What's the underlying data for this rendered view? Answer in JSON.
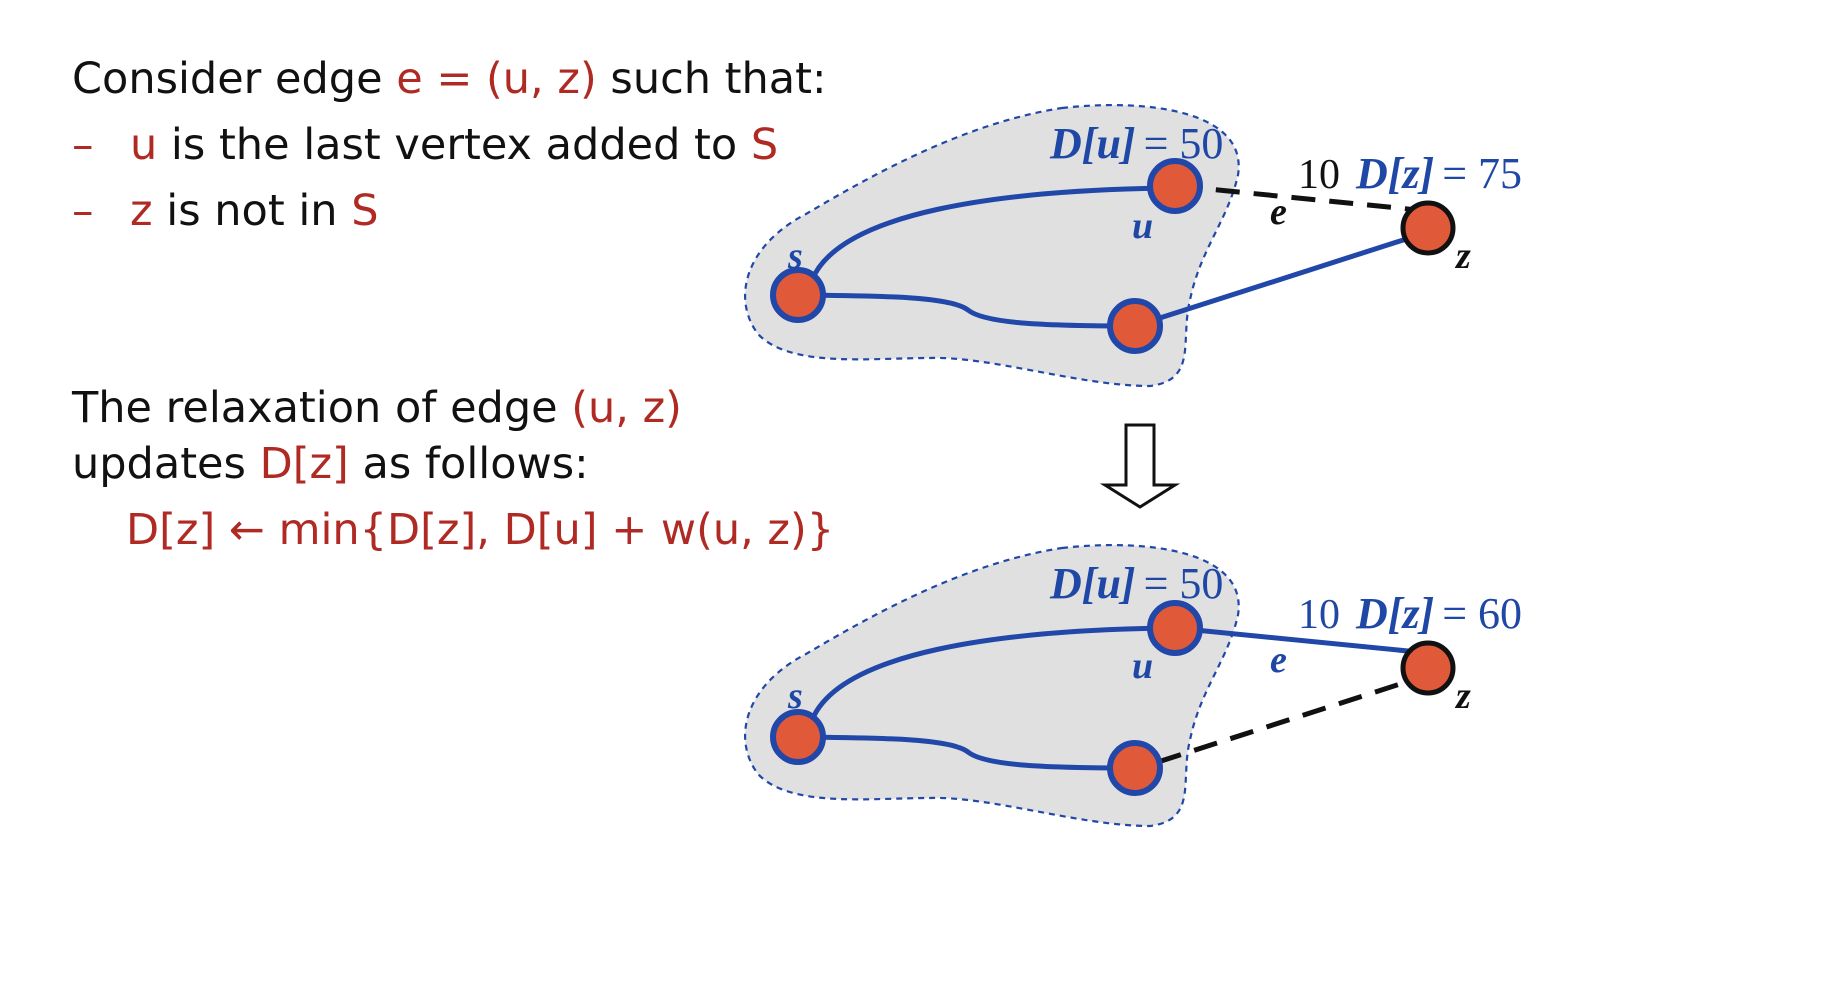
{
  "text": {
    "line1": {
      "pre": "Consider edge ",
      "edge": "e = (u, z)",
      "post": " such that:"
    },
    "bullet_marker": "–",
    "bullet1": {
      "var": "u",
      "text": " is the last vertex added to ",
      "set": "S"
    },
    "bullet2": {
      "var": "z",
      "text": " is not in ",
      "set": "S"
    },
    "relax_line1": {
      "pre": "The relaxation of edge ",
      "edge": "(u, z)"
    },
    "relax_line2": {
      "pre": "updates ",
      "var": "D[z]",
      "post": " as follows:"
    },
    "formula": "D[z] ← min{D[z], D[u] + w(u, z)}"
  },
  "diagram_top": {
    "du_label": "D[u] = 50",
    "du_name": "D",
    "du_var": "u",
    "du_value": "= 50",
    "dz_name": "D",
    "dz_var": "z",
    "dz_value": "= 75",
    "weight": "10",
    "edge_label": "e",
    "node_s": "s",
    "node_u": "u",
    "node_z": "z"
  },
  "diagram_bottom": {
    "du_name": "D",
    "du_var": "u",
    "du_value": "= 50",
    "dz_name": "D",
    "dz_var": "z",
    "dz_value": "= 60",
    "weight": "10",
    "edge_label": "e",
    "node_s": "s",
    "node_u": "u",
    "node_z": "z"
  },
  "colors": {
    "text": "#111111",
    "accent_red": "#b02a24",
    "edge_blue": "#2147a8",
    "node_fill": "#e05a3a",
    "cloud_fill": "#e0e0e0"
  }
}
